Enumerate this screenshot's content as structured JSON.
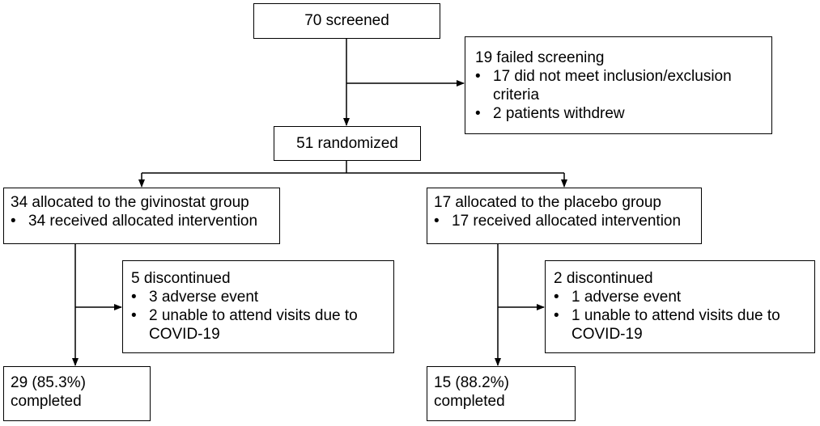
{
  "screened": "70 screened",
  "failed": {
    "title": "19 failed screening",
    "bullets": [
      "17 did not meet inclusion/exclusion criteria",
      "2 patients withdrew"
    ]
  },
  "randomized": "51 randomized",
  "givinostat": {
    "title": "34 allocated to the givinostat group",
    "bullet": "34 received allocated intervention",
    "discontinued": {
      "title": "5 discontinued",
      "bullets": [
        "3 adverse event",
        "2 unable to attend visits due to COVID-19"
      ]
    },
    "completed": [
      "29 (85.3%)",
      "completed"
    ]
  },
  "placebo": {
    "title": "17 allocated to the placebo group",
    "bullet": "17 received allocated intervention",
    "discontinued": {
      "title": "2 discontinued",
      "bullets": [
        "1 adverse event",
        "1 unable to attend visits due to COVID-19"
      ]
    },
    "completed": [
      "15 (88.2%)",
      "completed"
    ]
  },
  "bullet_glyph": "•"
}
